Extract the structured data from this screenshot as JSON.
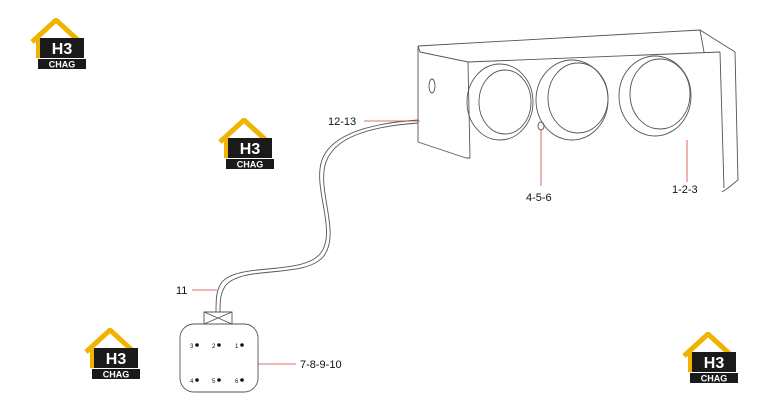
{
  "brand": {
    "logo_mark": "H3",
    "logo_word": "CHAG",
    "accent_color": "#f0b400",
    "dark_color": "#1a1a1a"
  },
  "callouts": {
    "lamps": "1-2-3",
    "bulbs": "4-5-6",
    "connector": "7-8-9-10",
    "harness": "11",
    "cable": "12-13"
  },
  "connector_pins": [
    "1",
    "2",
    "3",
    "4",
    "5",
    "6"
  ],
  "leader_color": "#d04040"
}
